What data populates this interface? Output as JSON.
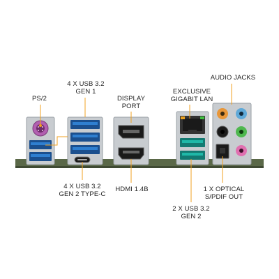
{
  "labels": {
    "ps2": "PS/2",
    "usb_gen1": [
      "4 X USB 3.2",
      "GEN 1"
    ],
    "display_port": [
      "DISPLAY",
      "PORT"
    ],
    "lan": [
      "EXCLUSIVE",
      "GIGABIT LAN"
    ],
    "audio": "AUDIO JACKS",
    "usb_typec": [
      "4 X USB 3.2",
      "GEN 2 TYPE-C"
    ],
    "hdmi": "HDMI 1.4B",
    "usb_gen2": [
      "2 X USB 3.2",
      "GEN 2"
    ],
    "optical": [
      "1 X OPTICAL",
      "S/PDIF OUT"
    ]
  },
  "colors": {
    "leader_line": "#f0a020",
    "usb3_blue": "#2f7fd0",
    "ps2_purple": "#b25fb0",
    "usb_teal": "#1fb8a8",
    "audio_orange": "#e8973a",
    "audio_blue": "#5fa9d8",
    "audio_green": "#4fb84f",
    "audio_pink": "#e070b0",
    "audio_black": "#1a1a1a",
    "pcb_green": "#4e5e3e"
  }
}
